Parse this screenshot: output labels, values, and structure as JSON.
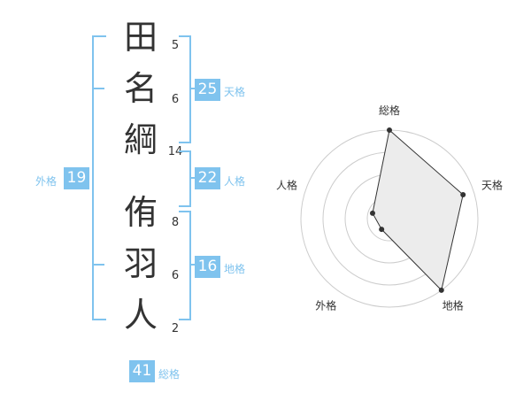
{
  "name": {
    "surname": [
      {
        "char": "田",
        "strokes": "5"
      },
      {
        "char": "名",
        "strokes": "6"
      },
      {
        "char": "綱",
        "strokes": "14"
      }
    ],
    "given": [
      {
        "char": "侑",
        "strokes": "8"
      },
      {
        "char": "羽",
        "strokes": "6"
      },
      {
        "char": "人",
        "strokes": "2"
      }
    ]
  },
  "fortunes": {
    "tenkaku": {
      "value": "25",
      "label": "天格"
    },
    "jinkaku": {
      "value": "22",
      "label": "人格"
    },
    "chikaku": {
      "value": "16",
      "label": "地格"
    },
    "gaikaku": {
      "value": "19",
      "label": "外格"
    },
    "soukaku": {
      "value": "41",
      "label": "総格"
    }
  },
  "chart_data": {
    "type": "radar",
    "axes": [
      "総格",
      "天格",
      "地格",
      "外格",
      "人格"
    ],
    "levels": 4,
    "max": 4,
    "values": [
      4,
      3.5,
      4,
      0.6,
      0.8
    ],
    "colors": {
      "fill": "#ececec",
      "line": "#333333",
      "grid": "#cccccc",
      "center": "#bbbbbb"
    }
  },
  "colors": {
    "accent": "#7fc3ee",
    "text": "#333333"
  }
}
